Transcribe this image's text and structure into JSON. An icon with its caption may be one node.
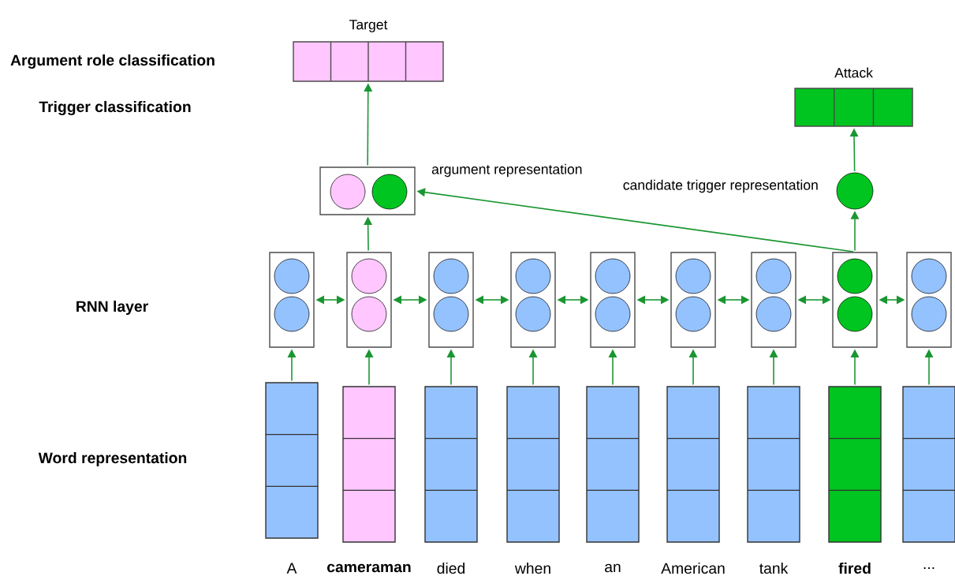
{
  "diagram": {
    "nodes": [
      {
        "text": [
          "Target"
        ]
      },
      {
        "text": [
          "Attack"
        ]
      },
      {
        "text": [],
        "shape": "box",
        "beside": [
          "argument representation"
        ]
      },
      {
        "text": [],
        "shape": "circle",
        "beside": [
          "candidate trigger representation"
        ]
      },
      {
        "text": [],
        "shape": "box"
      },
      {
        "text": [],
        "shape": "box"
      },
      {
        "text": [],
        "shape": "box"
      },
      {
        "text": [],
        "shape": "box"
      },
      {
        "text": [],
        "shape": "box"
      },
      {
        "text": [],
        "shape": "box"
      },
      {
        "text": [],
        "shape": "box"
      },
      {
        "text": [],
        "shape": "box"
      },
      {
        "text": [],
        "shape": "box"
      },
      {
        "text": [],
        "shape": "box",
        "beside": [
          "A"
        ]
      },
      {
        "text": [],
        "shape": "box",
        "beside": [
          "cameraman"
        ]
      },
      {
        "text": [],
        "shape": "box",
        "beside": [
          "died"
        ]
      },
      {
        "text": [],
        "shape": "box",
        "beside": [
          "when"
        ]
      },
      {
        "text": [],
        "shape": "box",
        "beside": [
          "an"
        ]
      },
      {
        "text": [],
        "shape": "box",
        "beside": [
          "American"
        ]
      },
      {
        "text": [],
        "shape": "box",
        "beside": [
          "tank"
        ]
      },
      {
        "text": [],
        "shape": "box",
        "beside": [
          "fired"
        ]
      },
      {
        "text": [],
        "shape": "box",
        "beside": [
          "..."
        ]
      }
    ],
    "edges": [
      {
        "from": 13,
        "to": 4,
        "arrow": "to"
      },
      {
        "from": 14,
        "to": 5,
        "arrow": "to"
      },
      {
        "from": 15,
        "to": 6,
        "arrow": "to"
      },
      {
        "from": 16,
        "to": 7,
        "arrow": "to"
      },
      {
        "from": 17,
        "to": 8,
        "arrow": "to"
      },
      {
        "from": 18,
        "to": 9,
        "arrow": "to"
      },
      {
        "from": 19,
        "to": 10,
        "arrow": "to"
      },
      {
        "from": 20,
        "to": 11,
        "arrow": "to"
      },
      {
        "from": 21,
        "to": 12,
        "arrow": "to"
      },
      {
        "from": 4,
        "to": 5,
        "arrow": "both"
      },
      {
        "from": 5,
        "to": 6,
        "arrow": "both"
      },
      {
        "from": 6,
        "to": 7,
        "arrow": "both"
      },
      {
        "from": 7,
        "to": 8,
        "arrow": "both"
      },
      {
        "from": 8,
        "to": 9,
        "arrow": "both"
      },
      {
        "from": 9,
        "to": 10,
        "arrow": "both"
      },
      {
        "from": 10,
        "to": 11,
        "arrow": "both"
      },
      {
        "from": 11,
        "to": 12,
        "arrow": "both"
      },
      {
        "from": 5,
        "to": 2,
        "arrow": "to"
      },
      {
        "from": 11,
        "to": 3,
        "arrow": "to"
      },
      {
        "from": 11,
        "to": 2,
        "arrow": "to"
      },
      {
        "from": 2,
        "to": 0,
        "arrow": "to"
      },
      {
        "from": 3,
        "to": 1,
        "arrow": "to"
      }
    ],
    "labels": [
      "Argument role classification",
      "Trigger classification",
      "RNN layer",
      "Word representation"
    ]
  }
}
